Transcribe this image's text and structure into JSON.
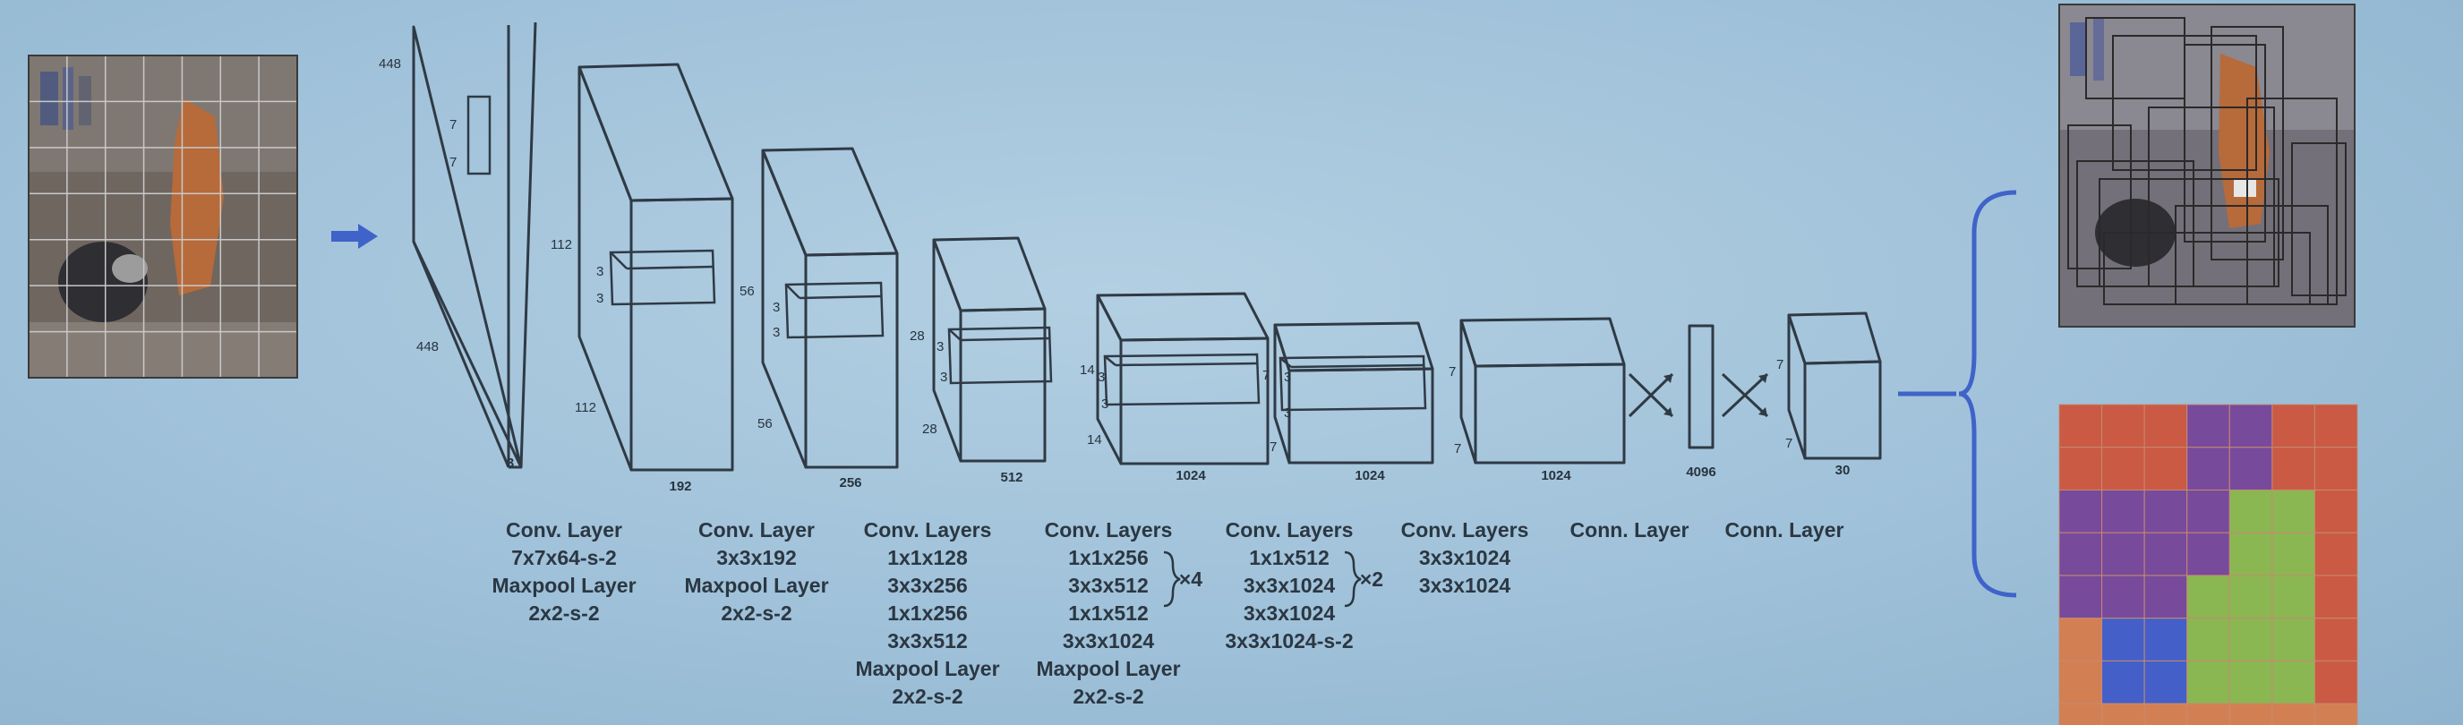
{
  "layers": [
    {
      "depth": "3",
      "height": "448",
      "width": "448",
      "kernel": [
        "7",
        "7"
      ]
    },
    {
      "depth": "192",
      "height": "112",
      "width": "112",
      "kernel": [
        "3",
        "3"
      ]
    },
    {
      "depth": "256",
      "height": "56",
      "width": "56",
      "kernel": [
        "3",
        "3"
      ]
    },
    {
      "depth": "512",
      "height": "28",
      "width": "28",
      "kernel": [
        "3",
        "3"
      ]
    },
    {
      "depth": "1024",
      "height": "14",
      "width": "14",
      "kernel": [
        "3",
        "3"
      ]
    },
    {
      "depth": "1024",
      "height": "7",
      "width": "7",
      "kernel": [
        "3",
        "3"
      ]
    },
    {
      "depth": "1024",
      "height": "7",
      "width": "7"
    },
    {
      "depth": "4096"
    },
    {
      "depth": "30",
      "height": "7",
      "width": "7"
    }
  ],
  "captions": [
    {
      "lines": [
        "Conv. Layer",
        "7x7x64-s-2",
        "Maxpool Layer",
        "2x2-s-2"
      ]
    },
    {
      "lines": [
        "Conv. Layer",
        "3x3x192",
        "Maxpool Layer",
        "2x2-s-2"
      ]
    },
    {
      "lines": [
        "Conv. Layers",
        "1x1x128",
        "3x3x256",
        "1x1x256",
        "3x3x512",
        "Maxpool Layer",
        "2x2-s-2"
      ]
    },
    {
      "lines": [
        "Conv. Layers",
        "1x1x256",
        "3x3x512",
        "1x1x512",
        "3x3x1024",
        "Maxpool Layer",
        "2x2-s-2"
      ],
      "repeat": "×4"
    },
    {
      "lines": [
        "Conv. Layers",
        "1x1x512",
        "3x3x1024",
        "3x3x1024",
        "3x3x1024-s-2"
      ],
      "repeat": "×2"
    },
    {
      "lines": [
        "Conv. Layers",
        "3x3x1024",
        "3x3x1024"
      ]
    },
    {
      "lines": [
        "Conn. Layer"
      ]
    },
    {
      "lines": [
        "Conn. Layer"
      ]
    }
  ],
  "colors": {
    "arrow": "#3f63c9",
    "brace": "#3f63c9",
    "grid_red": "#d7583f",
    "grid_purple": "#7a46a2",
    "grid_green": "#8ec24e",
    "grid_blue": "#3f5ed6",
    "grid_orange": "#e08450"
  },
  "icons": {
    "input_arrow": "right-arrow-icon",
    "output_brace": "left-curly-brace-icon"
  }
}
